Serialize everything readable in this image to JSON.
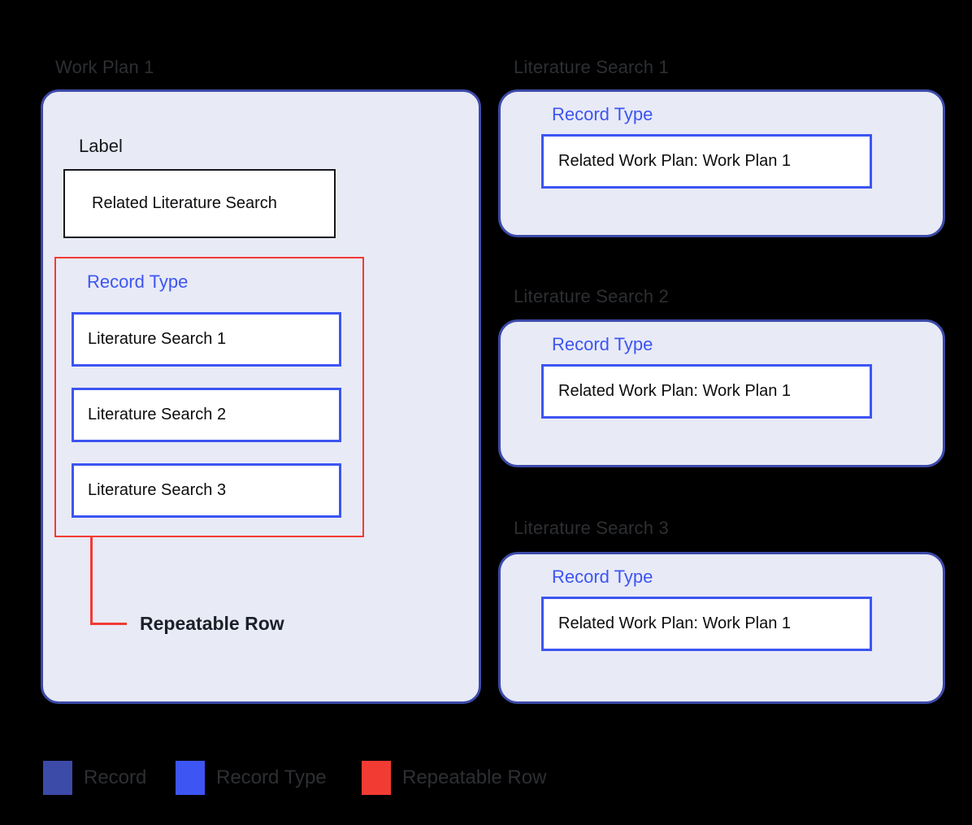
{
  "colors": {
    "background": "#000000",
    "card_background": "#e8eaf6",
    "record": "#3c4aa8",
    "record_type": "#3d55f2",
    "repeatable_row": "#f23b33",
    "dim_title_text": "#2d2f33",
    "dark_text": "#16181d"
  },
  "work_plan": {
    "title": "Work Plan 1",
    "label_heading": "Label",
    "label_value": "Related Literature Search",
    "record_type_heading": "Record Type",
    "rows": [
      "Literature Search 1",
      "Literature Search 2",
      "Literature Search 3"
    ],
    "repeatable_row_label": "Repeatable Row"
  },
  "literature_searches": [
    {
      "title": "Literature Search 1",
      "record_type_heading": "Record Type",
      "field": "Related Work Plan: Work Plan 1"
    },
    {
      "title": "Literature Search 2",
      "record_type_heading": "Record Type",
      "field": "Related Work Plan: Work Plan 1"
    },
    {
      "title": "Literature Search 3",
      "record_type_heading": "Record Type",
      "field": "Related Work Plan: Work Plan 1"
    }
  ],
  "legend": [
    {
      "label": "Record",
      "color": "#3c4aa8"
    },
    {
      "label": "Record Type",
      "color": "#3d55f2"
    },
    {
      "label": "Repeatable Row",
      "color": "#f23b33"
    }
  ]
}
